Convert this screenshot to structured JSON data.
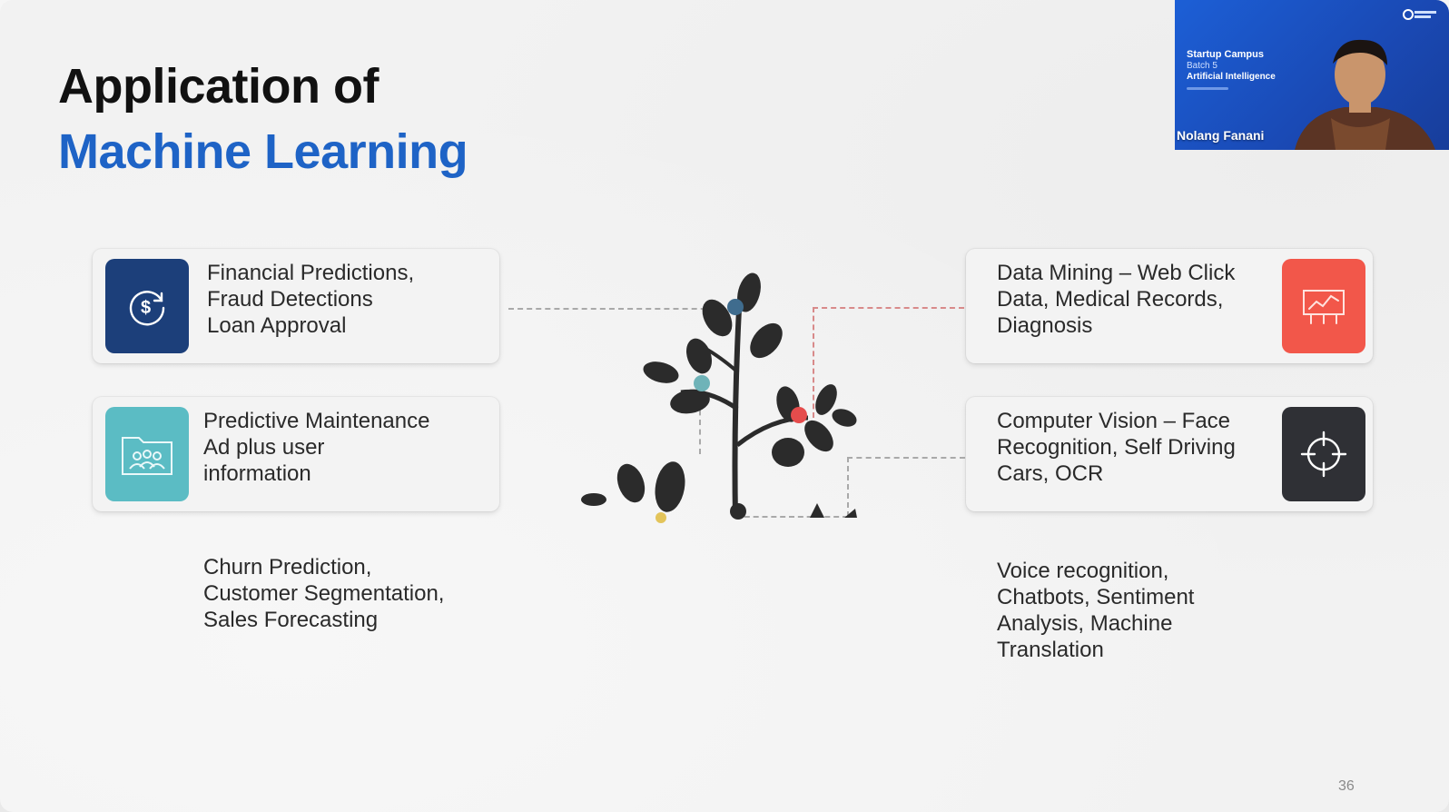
{
  "slide": {
    "title_line1": "Application of",
    "title_line2": "Machine Learning",
    "page_number": "36"
  },
  "cards": [
    {
      "lines": [
        "Financial Predictions,",
        "Fraud Detections",
        "Loan Approval"
      ],
      "icon": "dollar-cycle-icon",
      "color": "#1c3f7a"
    },
    {
      "lines": [
        "Predictive Maintenance",
        "Ad plus user",
        "information"
      ],
      "icon": "folder-people-icon",
      "color": "#5bbcc4"
    },
    {
      "lines": [
        "Data Mining – Web Click",
        "Data, Medical Records,",
        "Diagnosis"
      ],
      "icon": "presentation-chart-icon",
      "color": "#f2574a"
    },
    {
      "lines": [
        "Computer Vision – Face",
        "Recognition, Self Driving",
        "Cars, OCR"
      ],
      "icon": "crosshair-icon",
      "color": "#2f3035"
    }
  ],
  "plain_left": [
    "Churn Prediction,",
    "Customer Segmentation,",
    "Sales Forecasting"
  ],
  "plain_right": [
    "Voice recognition,",
    "Chatbots,  Sentiment",
    "Analysis,  Machine",
    "Translation"
  ],
  "video": {
    "line1": "Startup Campus",
    "line2": "Batch 5",
    "line3": "Artificial Intelligence",
    "presenter_name": "Nolang Fanani",
    "brand_icon": "startup-campus-logo-icon",
    "background_color": "#1c5fd6"
  }
}
